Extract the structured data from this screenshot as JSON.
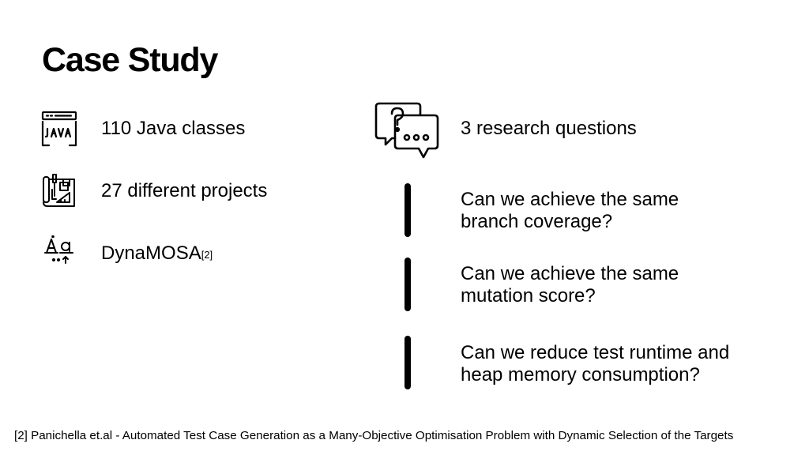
{
  "slide": {
    "title": "Case Study"
  },
  "left_items": [
    {
      "icon": "java-icon",
      "text": "110 Java classes"
    },
    {
      "icon": "blueprint-icon",
      "text": "27 different projects"
    },
    {
      "icon": "text-tool-icon",
      "text": "DynaMOSA",
      "ref": "[2]"
    }
  ],
  "right": {
    "icon": "question-chat-icon",
    "heading": "3 research questions",
    "questions": [
      {
        "line1": "Can we achieve the same",
        "line2": "branch coverage?"
      },
      {
        "line1": "Can we achieve the same",
        "line2": "mutation score?"
      },
      {
        "line1": "Can we reduce test runtime and",
        "line2": "heap memory consumption?"
      }
    ]
  },
  "footnote": "[2] Panichella et.al - Automated Test Case Generation as a Many-Objective Optimisation Problem with Dynamic Selection of the Targets"
}
